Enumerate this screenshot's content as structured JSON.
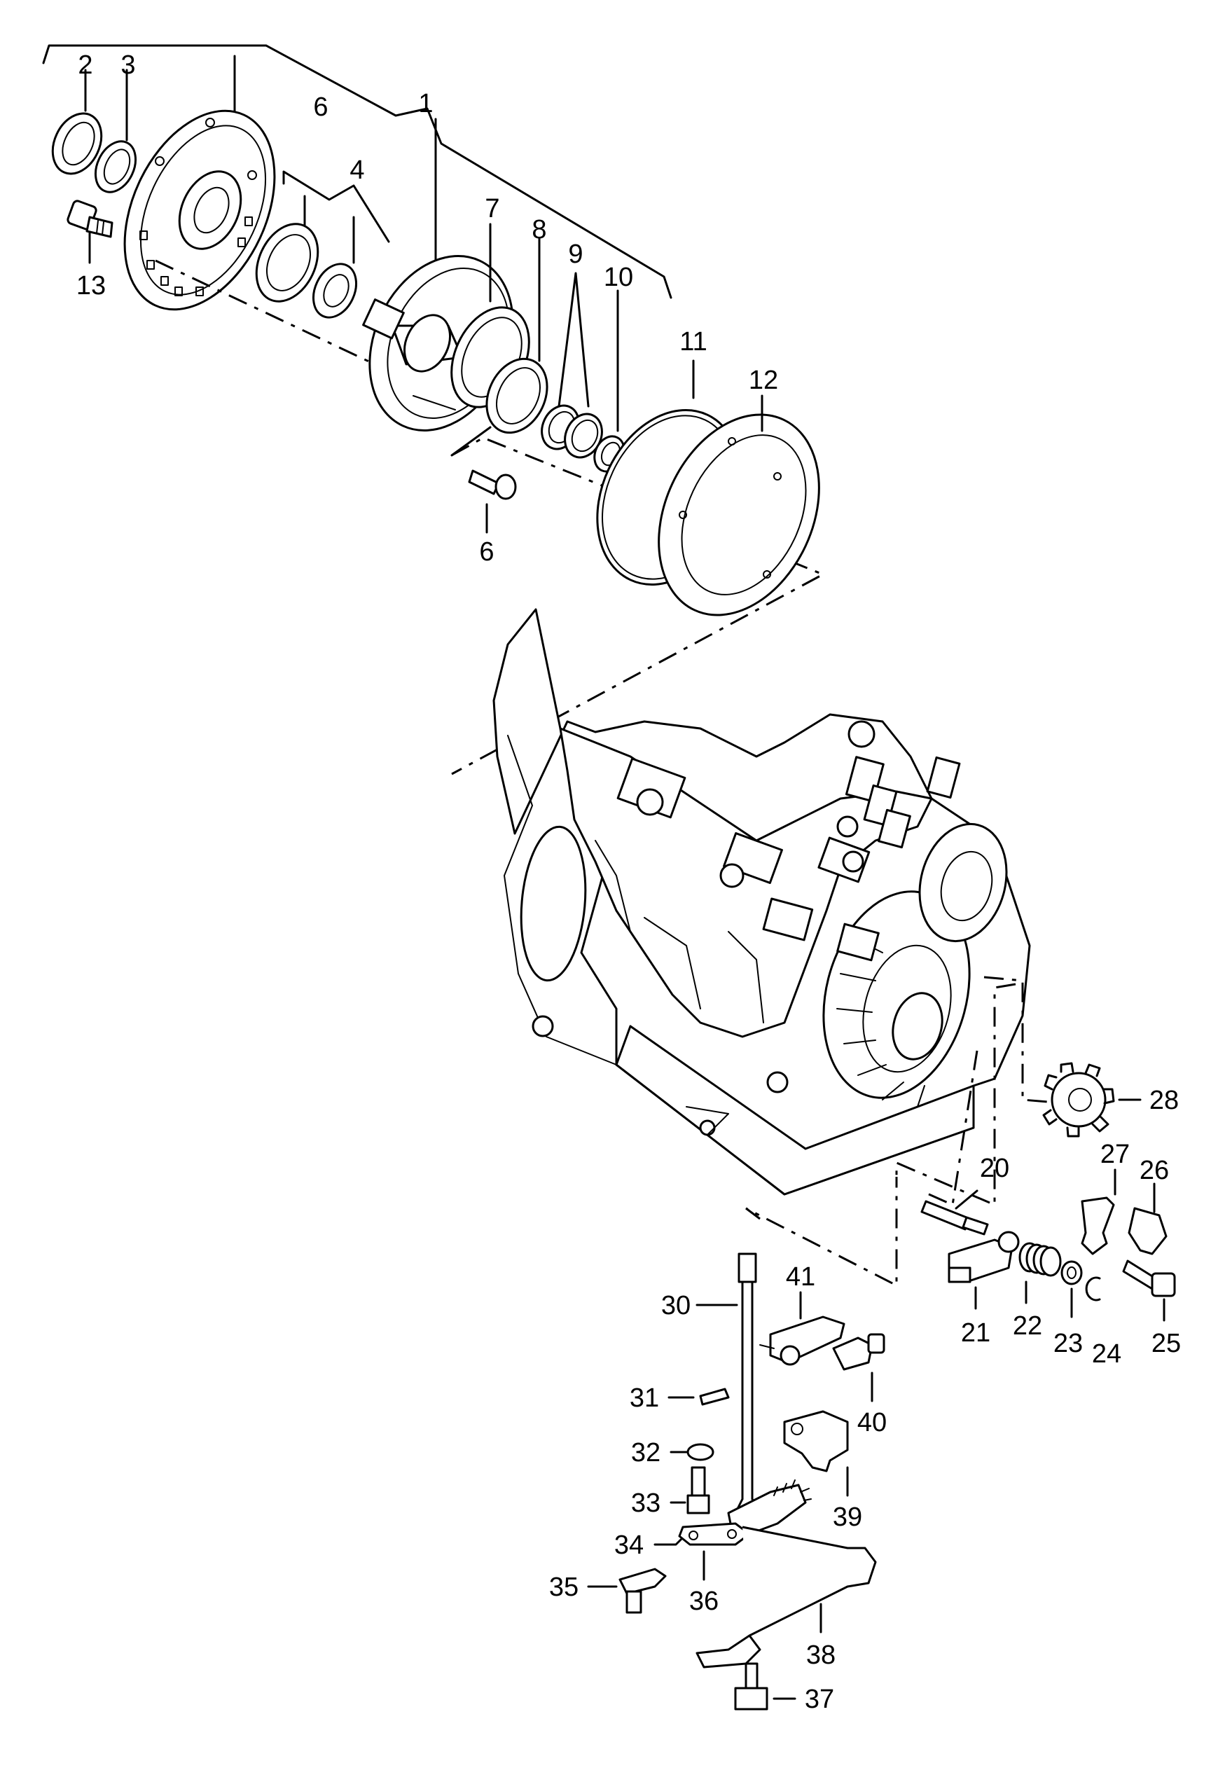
{
  "diagram": {
    "type": "exploded parts diagram",
    "callouts": {
      "c1": "1",
      "c2": "2",
      "c3": "3",
      "c4": "4",
      "c6a": "6",
      "c6b": "6",
      "c7": "7",
      "c8": "8",
      "c9": "9",
      "c10": "10",
      "c11": "11",
      "c12": "12",
      "c13": "13",
      "c20": "20",
      "c21": "21",
      "c22": "22",
      "c23": "23",
      "c24": "24",
      "c25": "25",
      "c26": "26",
      "c27": "27",
      "c28": "28",
      "c30": "30",
      "c31": "31",
      "c32": "32",
      "c33": "33",
      "c34": "34",
      "c35": "35",
      "c36": "36",
      "c37": "37",
      "c38": "38",
      "c39": "39",
      "c40": "40",
      "c41": "41"
    }
  }
}
